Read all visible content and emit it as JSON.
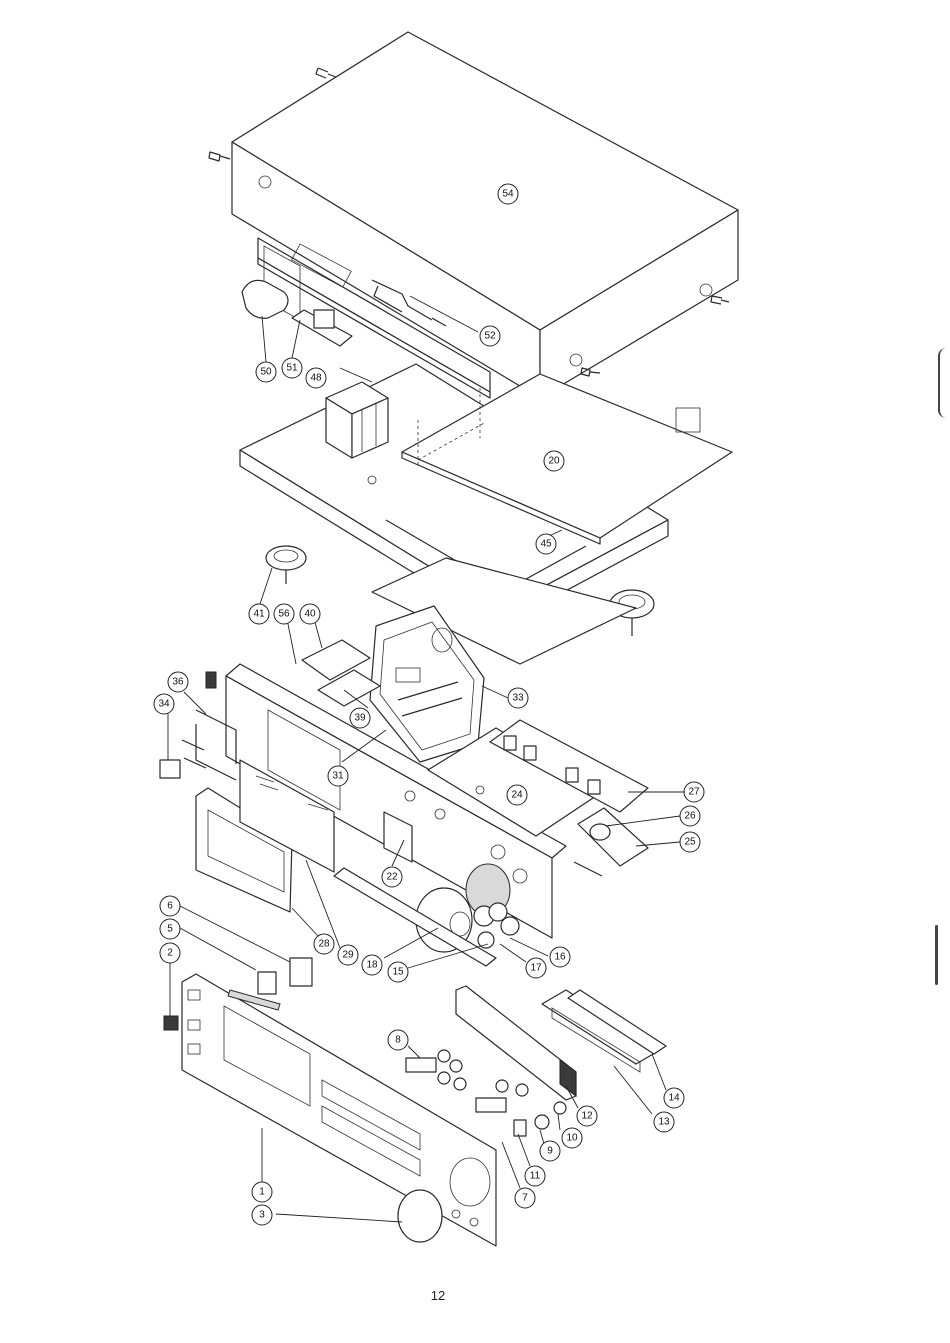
{
  "page_number": "12",
  "callouts": [
    {
      "id": "c54",
      "label": "54"
    },
    {
      "id": "c52",
      "label": "52"
    },
    {
      "id": "c50",
      "label": "50"
    },
    {
      "id": "c51",
      "label": "51"
    },
    {
      "id": "c48",
      "label": "48"
    },
    {
      "id": "c20",
      "label": "20"
    },
    {
      "id": "c45",
      "label": "45"
    },
    {
      "id": "c41",
      "label": "41"
    },
    {
      "id": "c56",
      "label": "56"
    },
    {
      "id": "c40",
      "label": "40"
    },
    {
      "id": "c36",
      "label": "36"
    },
    {
      "id": "c34",
      "label": "34"
    },
    {
      "id": "c39",
      "label": "39"
    },
    {
      "id": "c33",
      "label": "33"
    },
    {
      "id": "c31",
      "label": "31"
    },
    {
      "id": "c24",
      "label": "24"
    },
    {
      "id": "c27",
      "label": "27"
    },
    {
      "id": "c26",
      "label": "26"
    },
    {
      "id": "c25",
      "label": "25"
    },
    {
      "id": "c22",
      "label": "22"
    },
    {
      "id": "c28",
      "label": "28"
    },
    {
      "id": "c29",
      "label": "29"
    },
    {
      "id": "c18",
      "label": "18"
    },
    {
      "id": "c15",
      "label": "15"
    },
    {
      "id": "c17",
      "label": "17"
    },
    {
      "id": "c16",
      "label": "16"
    },
    {
      "id": "c6",
      "label": "6"
    },
    {
      "id": "c5",
      "label": "5"
    },
    {
      "id": "c2",
      "label": "2"
    },
    {
      "id": "c8",
      "label": "8"
    },
    {
      "id": "c14",
      "label": "14"
    },
    {
      "id": "c13",
      "label": "13"
    },
    {
      "id": "c12",
      "label": "12"
    },
    {
      "id": "c10",
      "label": "10"
    },
    {
      "id": "c9",
      "label": "9"
    },
    {
      "id": "c11",
      "label": "11"
    },
    {
      "id": "c7",
      "label": "7"
    },
    {
      "id": "c1",
      "label": "1"
    },
    {
      "id": "c3",
      "label": "3"
    }
  ]
}
